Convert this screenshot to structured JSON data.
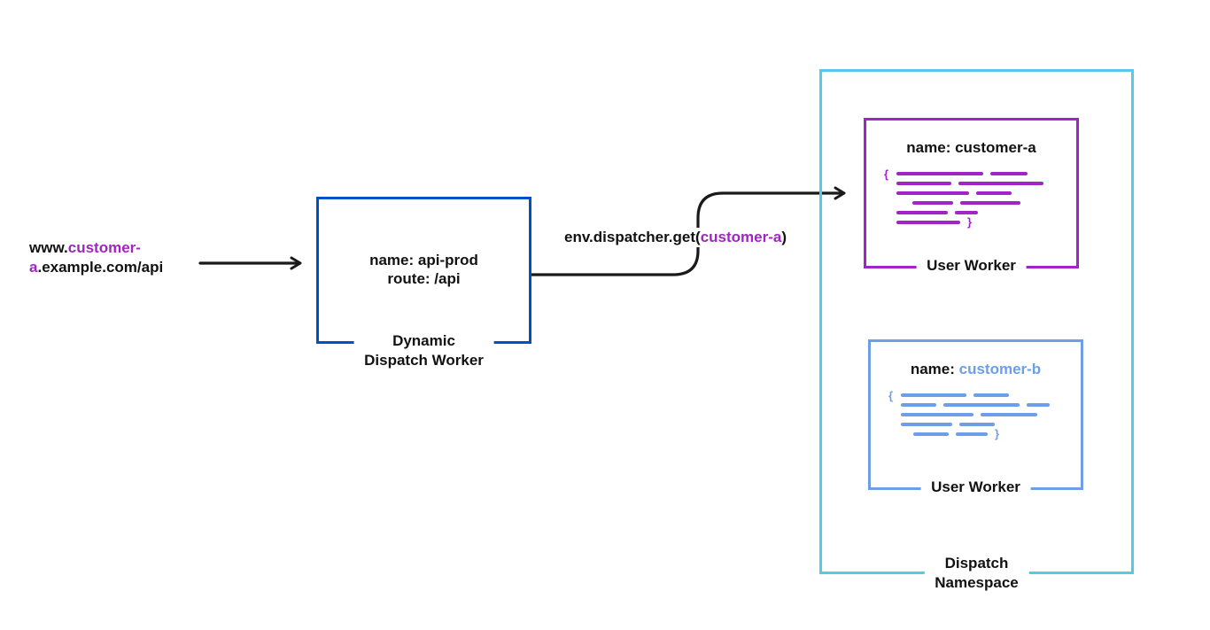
{
  "colors": {
    "purple": "#A124C4",
    "blue": "#0051C3",
    "light_blue": "#6C9FE8",
    "cyan": "#56C8E8",
    "ink": "#121212",
    "arrow": "#1A1A1A"
  },
  "url_label": {
    "prefix": "www.",
    "highlight_line1": "customer-",
    "highlight_line2": "a",
    "suffix": ".example.com/api"
  },
  "dispatch_worker": {
    "line1": "name: api-prod",
    "line2": "route: /api",
    "caption_line1": "Dynamic",
    "caption_line2": "Dispatch Worker"
  },
  "call_label": {
    "prefix": "env.dispatcher.get(",
    "highlight": "customer-a",
    "suffix": ")"
  },
  "namespace": {
    "caption_line1": "Dispatch",
    "caption_line2": "Namespace"
  },
  "worker_a": {
    "title_prefix": "name: ",
    "title_name": "customer-a",
    "caption": "User Worker",
    "open_brace": "{",
    "close_brace": "}",
    "code_lines": [
      {
        "indent": 0,
        "bars": [
          98,
          42
        ]
      },
      {
        "indent": 0,
        "bars": [
          62,
          96
        ]
      },
      {
        "indent": 0,
        "bars": [
          82,
          40
        ]
      },
      {
        "indent": 18,
        "bars": [
          46,
          68
        ]
      },
      {
        "indent": 0,
        "bars": [
          58,
          26
        ]
      },
      {
        "indent": 0,
        "bars": [
          72
        ],
        "close": true
      }
    ]
  },
  "worker_b": {
    "title_prefix": "name: ",
    "title_name": "customer-b",
    "caption": "User Worker",
    "open_brace": "{",
    "close_brace": "}",
    "code_lines": [
      {
        "indent": 0,
        "bars": [
          74,
          40
        ]
      },
      {
        "indent": 0,
        "bars": [
          40,
          86,
          26
        ]
      },
      {
        "indent": 0,
        "bars": [
          82,
          64
        ]
      },
      {
        "indent": 0,
        "bars": [
          58,
          40
        ]
      },
      {
        "indent": 14,
        "bars": [
          40,
          36
        ],
        "close": true
      }
    ]
  }
}
